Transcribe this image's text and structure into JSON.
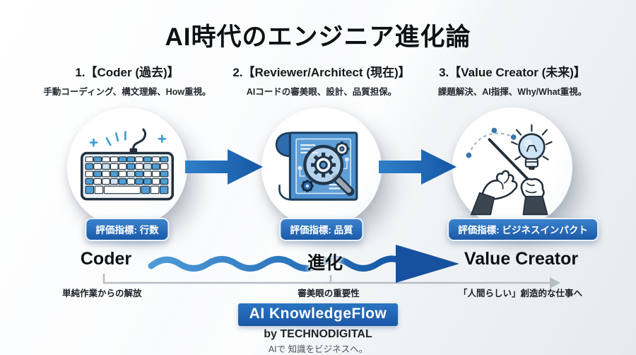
{
  "title": "AI時代のエンジニア進化論",
  "stages": [
    {
      "heading": "1.【Coder (過去)】",
      "subheading": "手動コーディング、構文理解、How重視。",
      "badge": "評価指標: 行数",
      "icon": "keyboard-icon"
    },
    {
      "heading": "2.【Reviewer/Architect (現在)】",
      "subheading": "AIコードの審美眼、設計、品質担保。",
      "badge": "評価指標: 品質",
      "icon": "blueprint-gears-icon"
    },
    {
      "heading": "3.【Value Creator (未来)】",
      "subheading": "課題解決、AI指揮、Why/What重視。",
      "badge": "評価指標: ビジネスインパクト",
      "icon": "conductor-lightbulb-icon"
    }
  ],
  "evolution": {
    "from": "Coder",
    "label": "進化",
    "to": "Value Creator"
  },
  "timeline": [
    "単純作業からの解放",
    "審美眼の重要性",
    "「人間らしい」創造的な仕事へ"
  ],
  "footer": {
    "brand": "AI KnowledgeFlow",
    "by": "by TECHNODIGITAL",
    "tagline": "AIで 知識をビジネスへ。"
  },
  "colors": {
    "accent_blue": "#1d64b4",
    "arrow_light": "#4a99d8",
    "arrow_dark": "#1456a3",
    "badge_top": "#3b82cc",
    "badge_bottom": "#1b5aa8",
    "timeline_gray": "#b6bdc5",
    "text_dark": "#0e1114",
    "background_light": "#f4f6f8"
  }
}
